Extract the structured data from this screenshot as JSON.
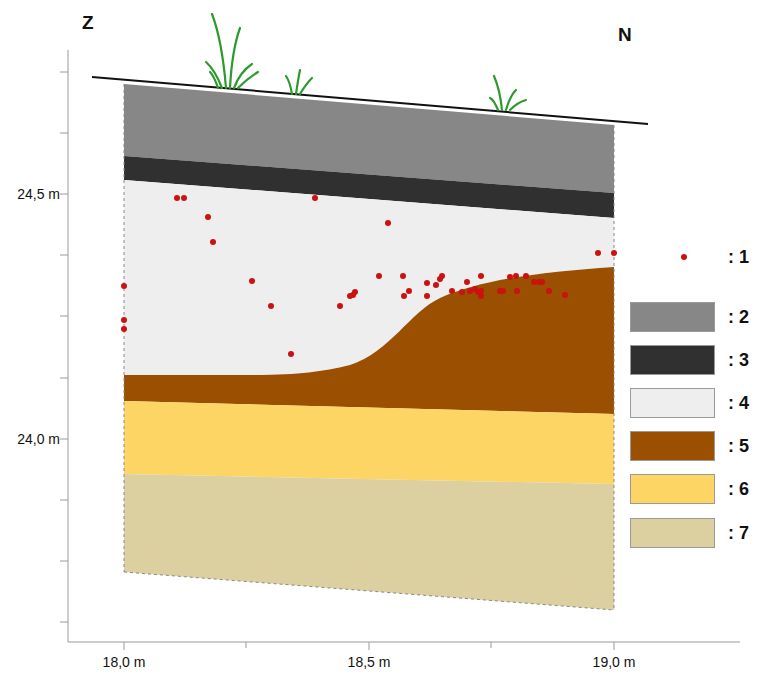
{
  "diagram": {
    "labels": [
      "Z",
      "N",
      "24,5 m",
      "24,0 m",
      "18,0 m",
      "18,5 m",
      "19,0 m"
    ],
    "legend": [
      {
        "text": ": 1"
      },
      {
        "text": ": 2",
        "color": "#878787"
      },
      {
        "text": ": 3",
        "color": "#303030"
      },
      {
        "text": ": 4",
        "color": "#eeeeee"
      },
      {
        "text": ": 5",
        "color": "#9b4f00"
      },
      {
        "text": ": 6",
        "color": "#fdd565"
      },
      {
        "text": ": 7",
        "color": "#dcd0a0"
      }
    ]
  }
}
